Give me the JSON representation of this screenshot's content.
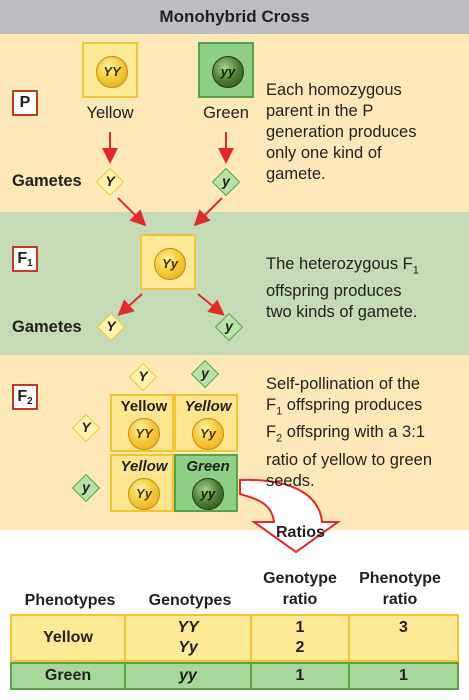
{
  "title": "Monohybrid Cross",
  "colors": {
    "yellow_band": "#fde9b8",
    "green_band": "#c5dbb7",
    "title_bar": "#bcbdc0",
    "arrow_red": "#e02b2b"
  },
  "p": {
    "label": "P",
    "parents": [
      {
        "genotype": "YY",
        "phenotype": "Yellow",
        "color": "yellow"
      },
      {
        "genotype": "yy",
        "phenotype": "Green",
        "color": "green"
      }
    ],
    "gametes_label": "Gametes",
    "gametes": [
      "Y",
      "y"
    ],
    "description": [
      "Each homozygous",
      "parent in the P",
      "generation produces",
      "only one kind of",
      "gamete."
    ]
  },
  "f1": {
    "label": "F",
    "label_sub": "1",
    "offspring": "Yy",
    "gametes_label": "Gametes",
    "gametes": [
      "Y",
      "y"
    ],
    "description": {
      "line1_a": "The heterozygous F",
      "line1_sub": "1",
      "line2": "offspring produces",
      "line3": "two kinds of gamete."
    }
  },
  "f2": {
    "label": "F",
    "label_sub": "2",
    "top_gametes": [
      "Y",
      "y"
    ],
    "side_gametes": [
      "Y",
      "y"
    ],
    "cells": [
      {
        "phenotype": "Yellow",
        "genotype": "YY",
        "color": "yellow",
        "italic": false
      },
      {
        "phenotype": "Yellow",
        "genotype": "Yy",
        "color": "yellow",
        "italic": true
      },
      {
        "phenotype": "Yellow",
        "genotype": "Yy",
        "color": "yellow",
        "italic": true
      },
      {
        "phenotype": "Green",
        "genotype": "yy",
        "color": "green",
        "italic": true
      }
    ],
    "description": {
      "line1": "Self-pollination of the",
      "line2_a": "F",
      "line2_sub": "1",
      "line2_b": " offspring produces",
      "line3_a": "F",
      "line3_sub": "2",
      "line3_b": " offspring with a 3:1",
      "line4": "ratio of yellow to green",
      "line5": "seeds."
    }
  },
  "ratios": {
    "label": "Ratios",
    "headers": {
      "phenotypes": "Phenotypes",
      "genotypes": "Genotypes",
      "genotype_ratio_1": "Genotype",
      "genotype_ratio_2": "ratio",
      "phenotype_ratio_1": "Phenotype",
      "phenotype_ratio_2": "ratio"
    },
    "rows": [
      {
        "phenotype": "Yellow",
        "genotypes": [
          "YY",
          "Yy"
        ],
        "genotype_ratios": [
          "1",
          "2"
        ],
        "phenotype_ratio": "3",
        "color": "yellow"
      },
      {
        "phenotype": "Green",
        "genotypes": [
          "yy"
        ],
        "genotype_ratios": [
          "1"
        ],
        "phenotype_ratio": "1",
        "color": "green"
      }
    ]
  }
}
